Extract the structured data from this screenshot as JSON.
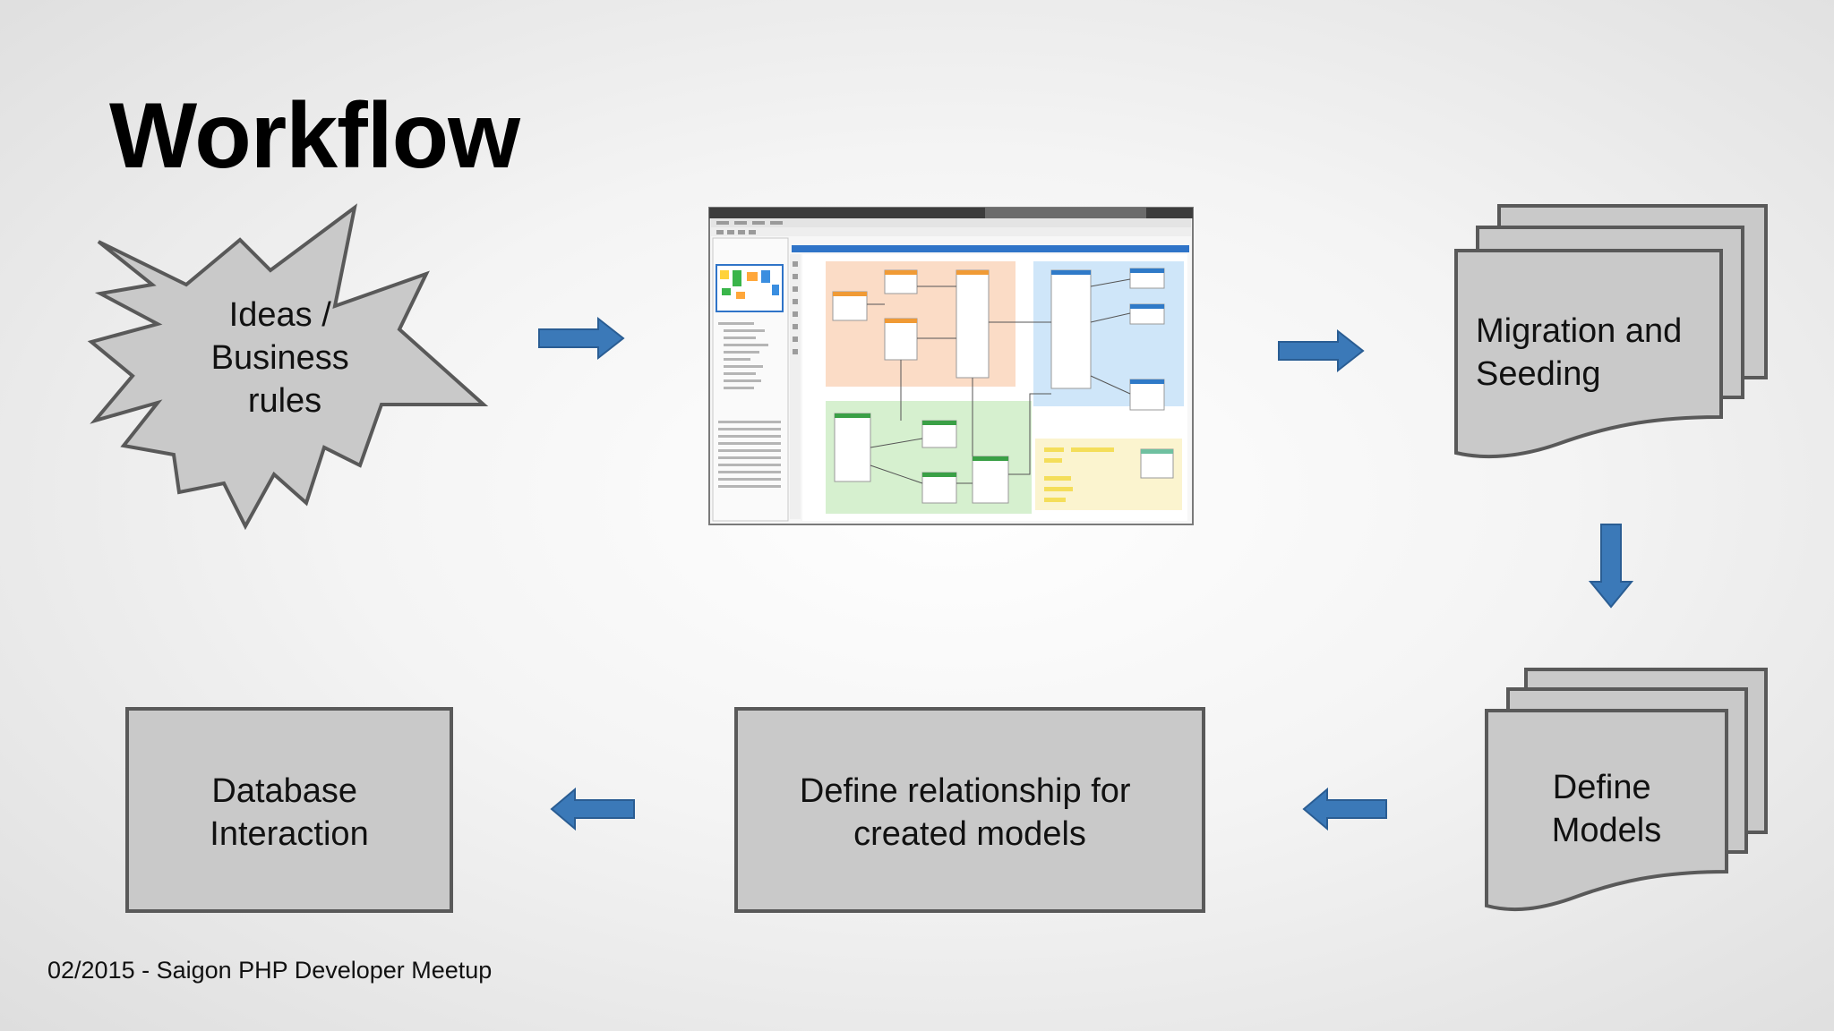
{
  "slide": {
    "title": "Workflow",
    "footer": "02/2015 - Saigon PHP Developer Meetup"
  },
  "nodes": {
    "ideas": {
      "lines": [
        "Ideas /",
        "Business",
        "rules"
      ],
      "shape": "explosion-burst"
    },
    "erd": {
      "shape": "erd-tool-screenshot"
    },
    "migration": {
      "lines": [
        "Migration and",
        "Seeding"
      ],
      "shape": "multi-document"
    },
    "models": {
      "lines": [
        "Define",
        "Models"
      ],
      "shape": "multi-document"
    },
    "relationship": {
      "lines": [
        "Define relationship for",
        "created models"
      ],
      "shape": "rectangle"
    },
    "database": {
      "lines": [
        "Database",
        "Interaction"
      ],
      "shape": "rectangle"
    }
  },
  "flow": [
    "ideas",
    "erd",
    "migration",
    "models",
    "relationship",
    "database"
  ],
  "colors": {
    "arrow_fill": "#3b79b8",
    "arrow_stroke": "#2a5d93",
    "shape_fill": "#c9c9c9",
    "shape_stroke": "#595959"
  }
}
